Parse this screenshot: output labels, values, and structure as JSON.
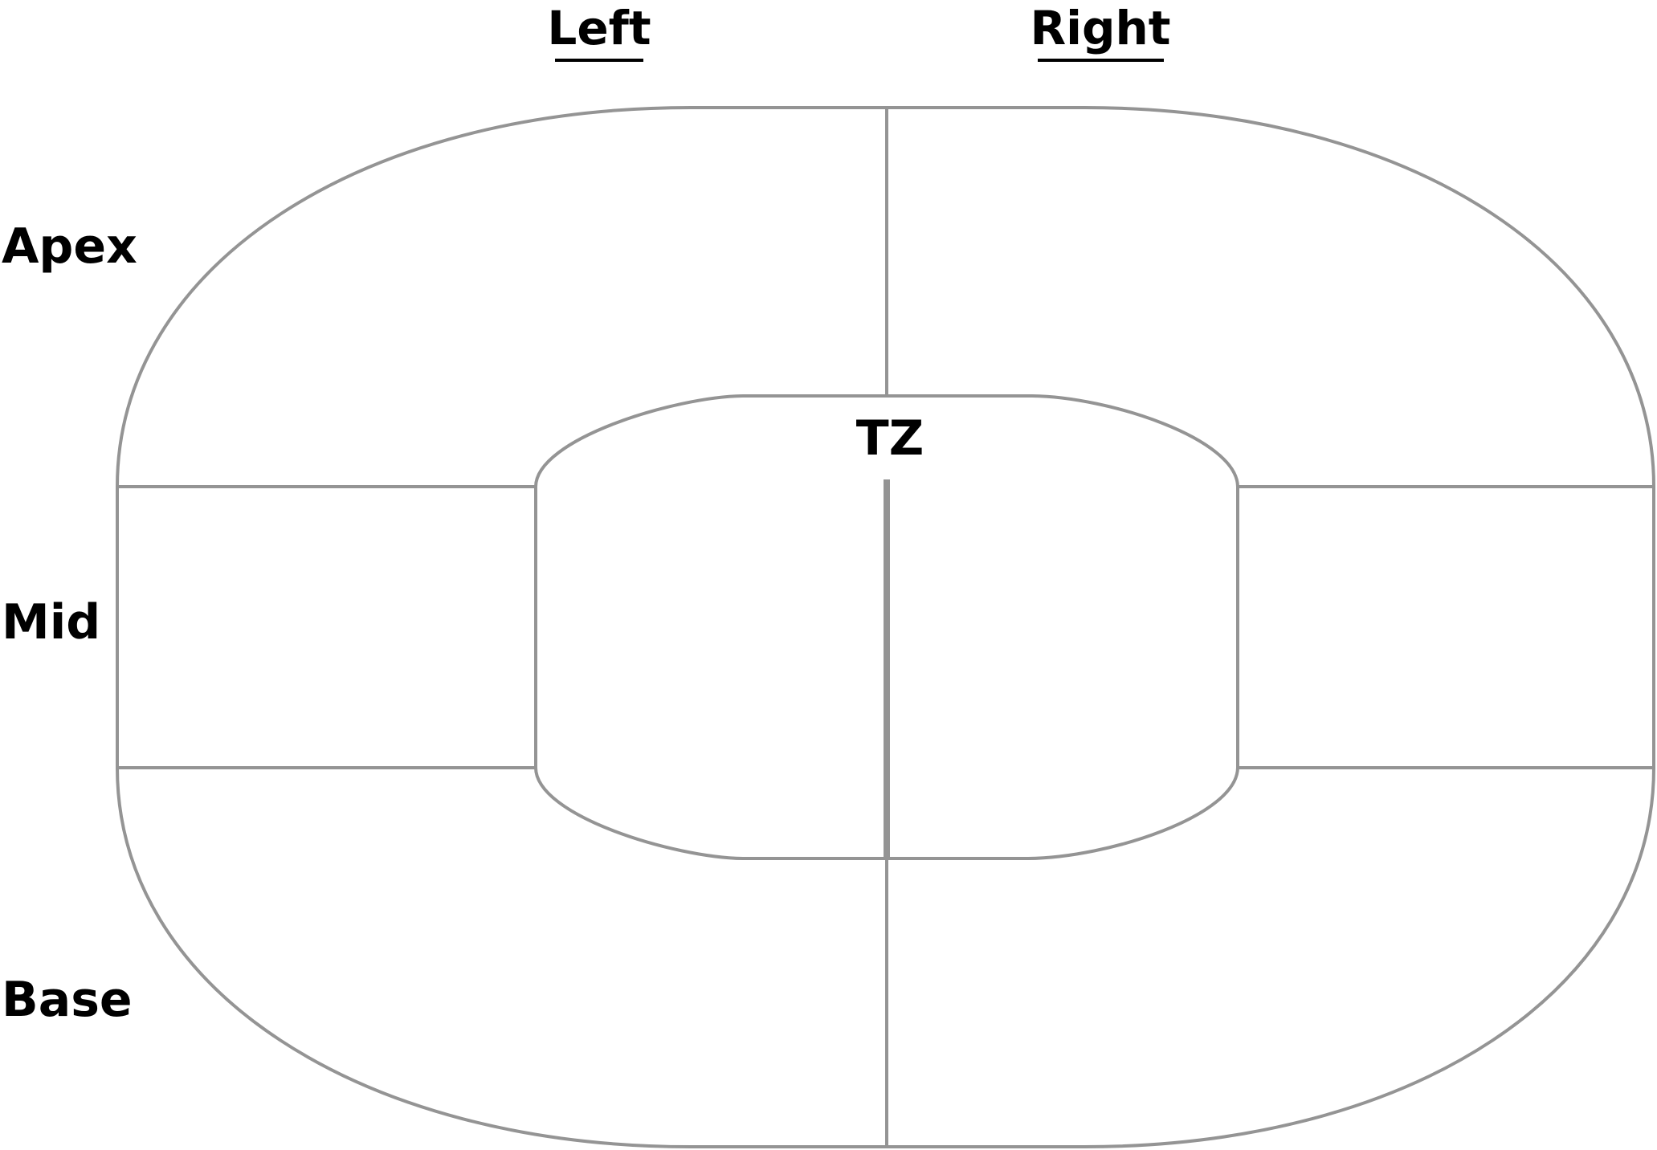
{
  "columns": {
    "left": "Left",
    "right": "Right"
  },
  "rows": {
    "apex": "Apex",
    "mid": "Mid",
    "base": "Base"
  },
  "center": {
    "label": "TZ"
  },
  "colors": {
    "outline": "#949494",
    "text": "#000000",
    "background": "#ffffff"
  }
}
